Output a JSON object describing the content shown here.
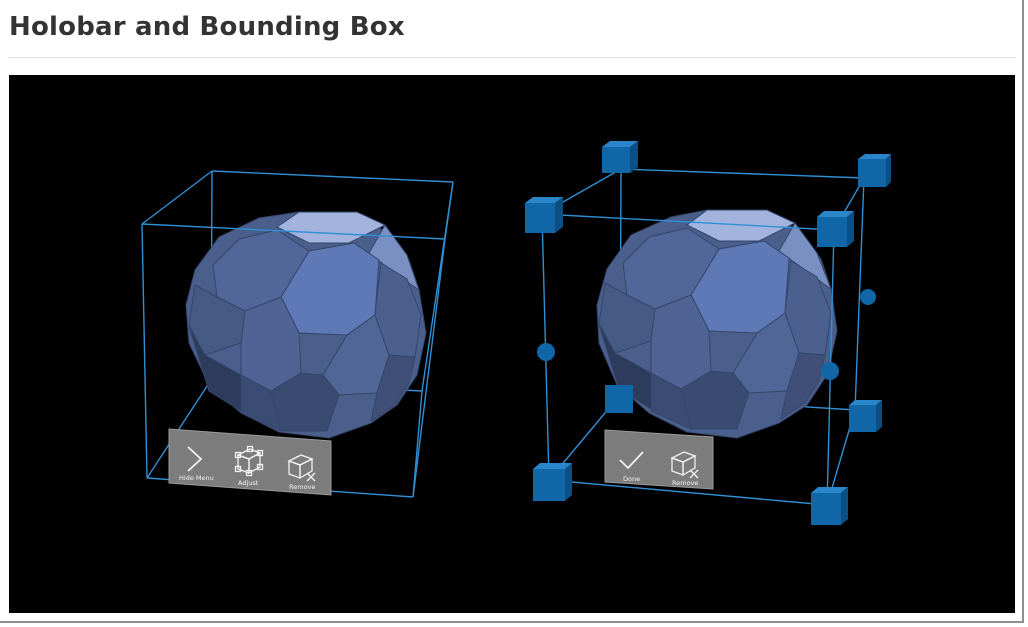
{
  "page": {
    "title": "Holobar and Bounding Box"
  },
  "left_holobar": {
    "buttons": [
      {
        "label": "Hide Menu",
        "icon": "chevron-right-icon"
      },
      {
        "label": "Adjust",
        "icon": "adjust-cube-icon"
      },
      {
        "label": "Remove",
        "icon": "remove-cube-icon"
      }
    ]
  },
  "right_holobar": {
    "buttons": [
      {
        "label": "Done",
        "icon": "checkmark-icon"
      },
      {
        "label": "Remove",
        "icon": "remove-cube-icon"
      }
    ]
  },
  "colors": {
    "box_line": "#2f8fd4",
    "handle": "#1166a8",
    "hologram": "#4e6a9e",
    "holobar": "#7a7a7a"
  }
}
